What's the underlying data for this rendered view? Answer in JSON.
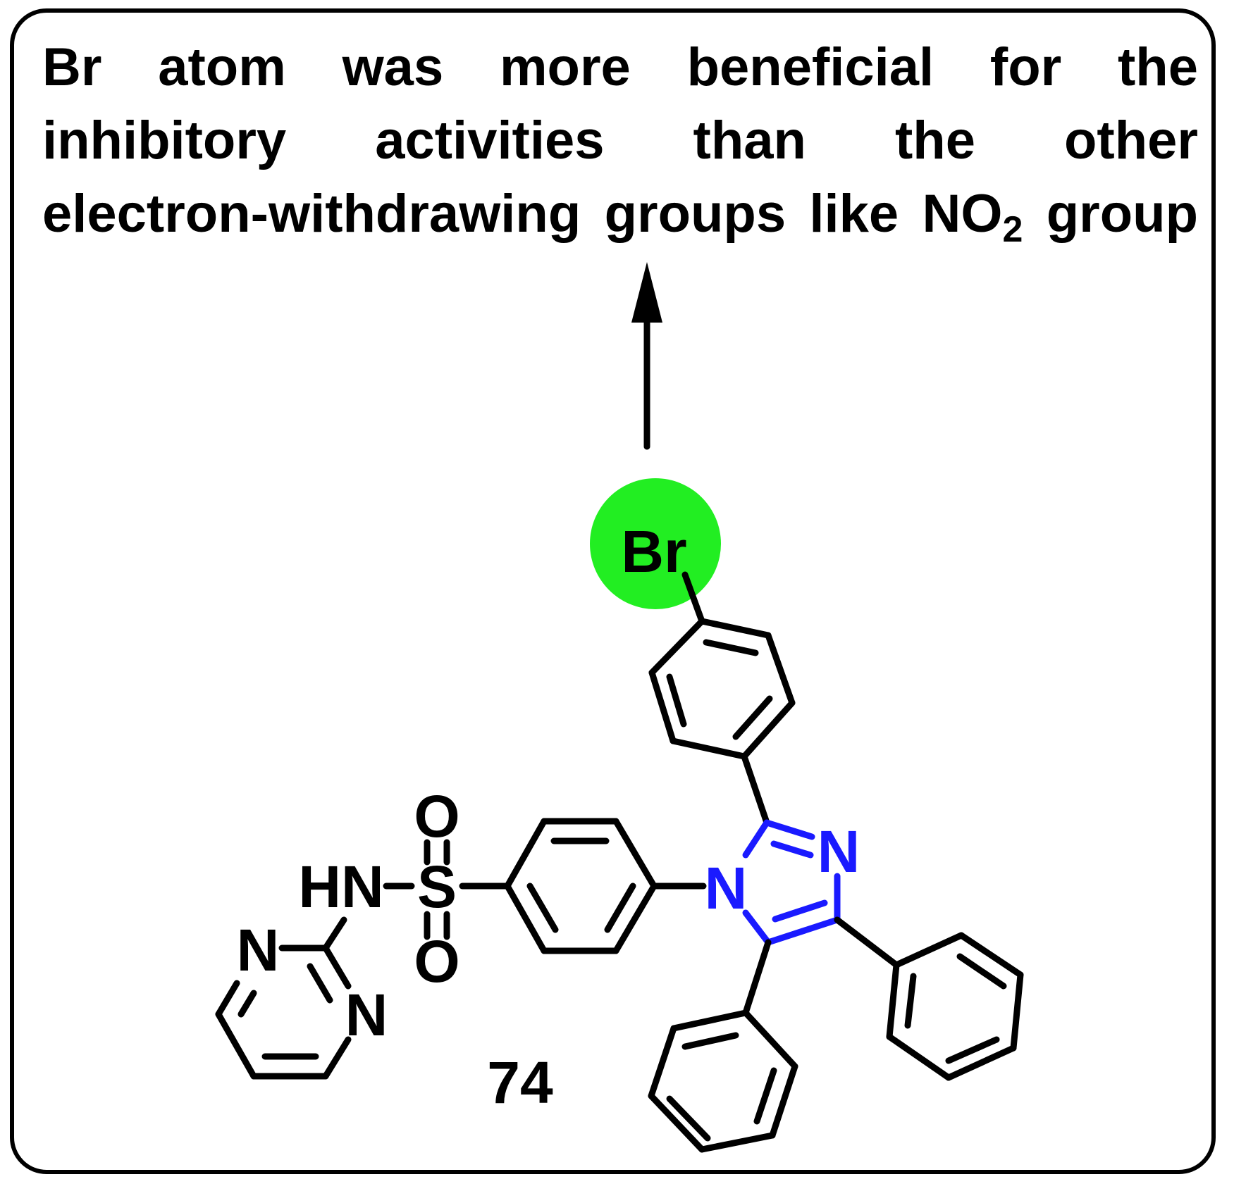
{
  "note": {
    "line1": "Br atom was more beneficial for the",
    "line2": "inhibitory activities than the other",
    "line3_main": "electron-withdrawing groups like NO",
    "line3_sub": "2",
    "line3_tail": " group"
  },
  "molecule": {
    "highlight_atom": "Br",
    "compound_number": "74",
    "labels": {
      "N_pyr1": "N",
      "N_pyr2": "N",
      "NH": "HN",
      "S": "S",
      "O_top": "O",
      "O_bottom": "O",
      "N_imid1": "N",
      "N_imid3": "N"
    },
    "colors": {
      "highlight": "#22ee22",
      "heteroring": "#1a1aff",
      "bonds": "#000000"
    }
  }
}
